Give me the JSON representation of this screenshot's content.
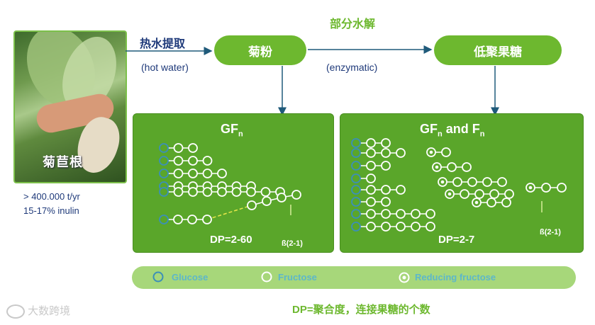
{
  "photo": {
    "label": "菊苣根",
    "alt": "chicory root photo"
  },
  "stats": {
    "line1": "> 400.000 t/yr",
    "line2": "15-17% inulin"
  },
  "flow": {
    "step1_label": "热水提取",
    "step1_sub": "(hot water)",
    "node1": "菊粉",
    "step2_label": "部分水解",
    "step2_sub": "(enzymatic)",
    "node2": "低聚果糖"
  },
  "panels": {
    "left": {
      "title": "GF",
      "title_sub": "n",
      "dp": "DP=2-60",
      "bond": "ß(2-1)"
    },
    "right": {
      "title1": "GF",
      "title1_sub": "n",
      "title_and": " and F",
      "title2_sub": "n",
      "dp": "DP=2-7",
      "bond": "ß(2-1)"
    }
  },
  "legend": {
    "glucose": "Glucose",
    "fructose": "Fructose",
    "reducing": "Reducing fructose"
  },
  "footnote": "DP=聚合度，连接果糖的个数",
  "watermark": "大数跨境",
  "colors": {
    "green": "#6db82f",
    "panel": "#5aa62a",
    "navy": "#1f3a7a",
    "glucose_ring": "#3b8fb8",
    "legend_bar": "#a7d77a",
    "dashed": "#e8e84a"
  }
}
